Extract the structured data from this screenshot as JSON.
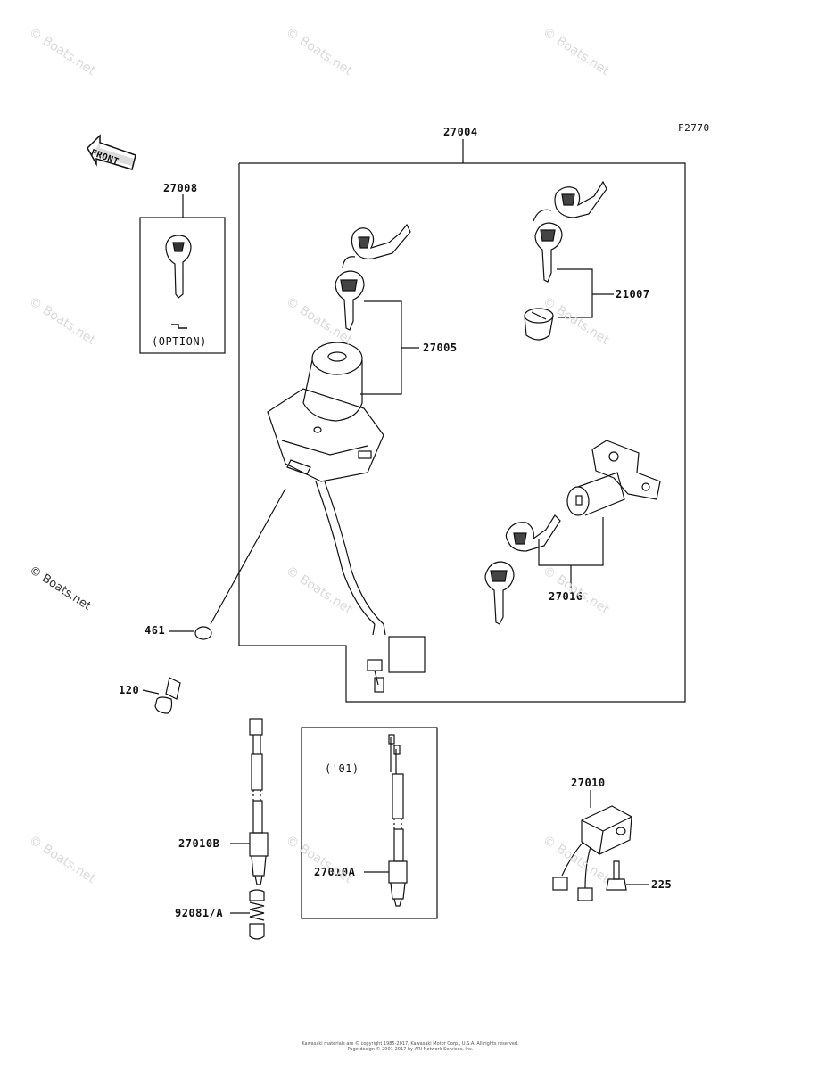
{
  "figure_code": "F2770",
  "front_arrow_text": "FRONT",
  "option_text": "(OPTION)",
  "year_note": "('01)",
  "watermark_text": "© Boats.net",
  "footer_line1": "Kawasaki materials are © copyright 1985-2017, Kawasaki Motor Corp., U.S.A. All rights reserved.",
  "footer_line2": "Page design © 2001-2017 by ARI Network Services, Inc.",
  "parts": {
    "p27004": "27004",
    "p27008": "27008",
    "p27005": "27005",
    "p21007": "21007",
    "p27016": "27016",
    "p461": "461",
    "p120": "120",
    "p27010B": "27010B",
    "p92081A": "92081/A",
    "p27010A": "27010A",
    "p27010": "27010",
    "p225": "225"
  }
}
